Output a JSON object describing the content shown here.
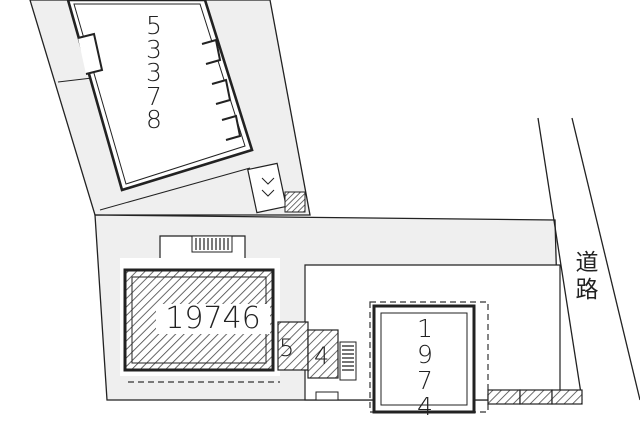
{
  "colors": {
    "line": "#222222",
    "area_fill": "#efefef",
    "paper": "#ffffff",
    "hatch": "#333333"
  },
  "labels": {
    "building_top": [
      "5",
      "3",
      "3",
      "7",
      "8"
    ],
    "building_middle": "19746",
    "space_5": "5",
    "space_4": "4",
    "building_right": [
      "1",
      "9",
      "7",
      "4"
    ],
    "road": [
      "道",
      "路"
    ]
  }
}
